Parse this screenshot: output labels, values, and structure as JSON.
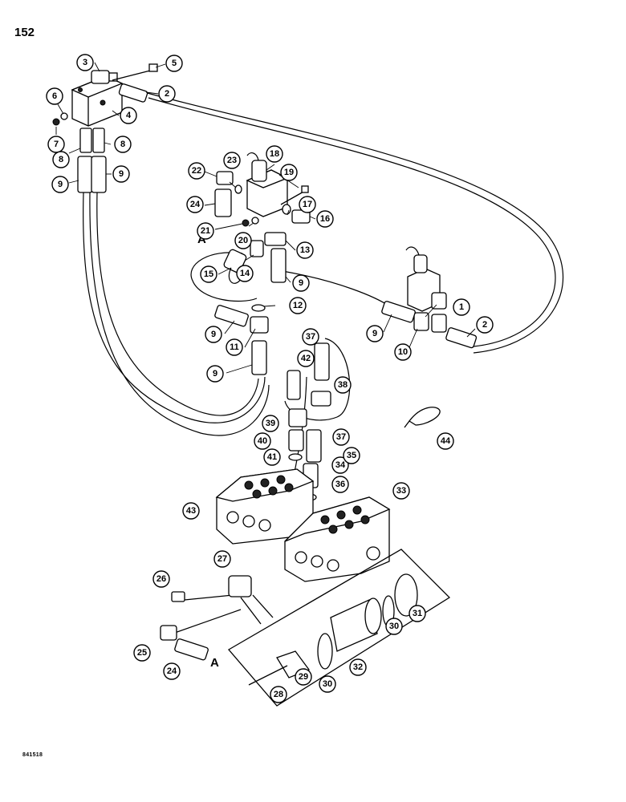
{
  "page": {
    "number": "152",
    "figure_code": "841518"
  },
  "references": {
    "a_top": "A",
    "a_bottom": "A"
  },
  "callouts": {
    "c1": "1",
    "c2a": "2",
    "c2b": "2",
    "c3": "3",
    "c4": "4",
    "c5": "5",
    "c6": "6",
    "c7": "7",
    "c8a": "8",
    "c8b": "8",
    "c9a": "9",
    "c9b": "9",
    "c9c": "9",
    "c9d": "9",
    "c9e": "9",
    "c9f": "9",
    "c10": "10",
    "c11": "11",
    "c12": "12",
    "c13": "13",
    "c14": "14",
    "c15": "15",
    "c16": "16",
    "c17": "17",
    "c18": "18",
    "c19": "19",
    "c20": "20",
    "c21": "21",
    "c22": "22",
    "c23": "23",
    "c24a": "24",
    "c24b": "24",
    "c25": "25",
    "c26": "26",
    "c27": "27",
    "c28": "28",
    "c29": "29",
    "c30a": "30",
    "c30b": "30",
    "c31": "31",
    "c32": "32",
    "c33": "33",
    "c34": "34",
    "c35": "35",
    "c36": "36",
    "c37a": "37",
    "c37b": "37",
    "c38": "38",
    "c39": "39",
    "c40": "40",
    "c41": "41",
    "c42": "42",
    "c43": "43",
    "c44": "44"
  }
}
